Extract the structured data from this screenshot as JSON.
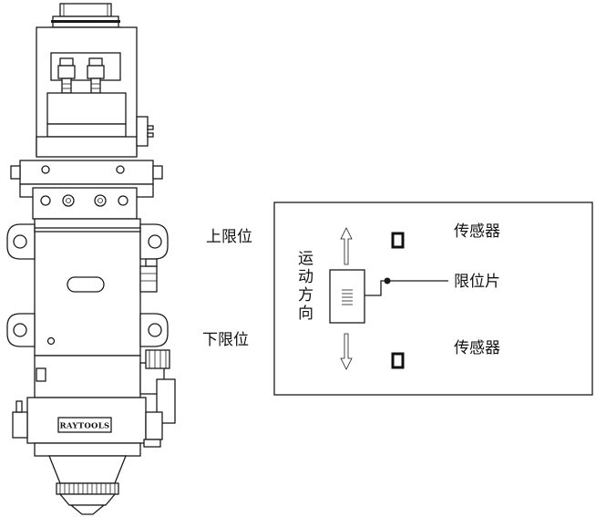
{
  "product": {
    "brand_label": "RAYTOOLS"
  },
  "diagram": {
    "upper_limit_label": "上限位",
    "lower_limit_label": "下限位",
    "direction_label": [
      "运",
      "动",
      "方",
      "向"
    ],
    "sensor_top_label": "传感器",
    "sensor_bottom_label": "传感器",
    "limit_plate_label": "限位片"
  }
}
